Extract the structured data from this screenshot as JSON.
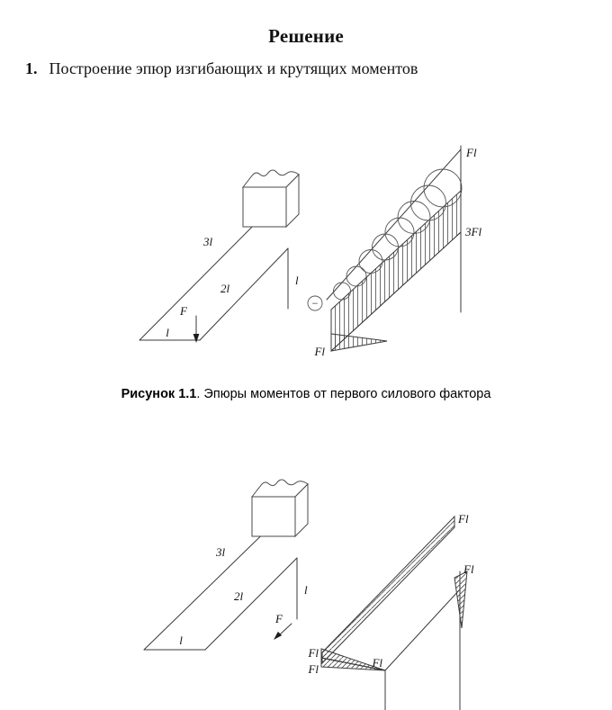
{
  "document": {
    "title": "Решение",
    "item": {
      "number": "1.",
      "text": "Построение эпюр изгибающих и крутящих моментов"
    },
    "caption": {
      "bold": "Рисунок 1.1",
      "rest": ". Эпюры моментов от первого силового фактора"
    }
  },
  "figure1": {
    "labels": {
      "seg3": "3l",
      "seg2": "2l",
      "seg1": "l",
      "seg_vertical": "l",
      "force": "F",
      "torsion_value": "Fl",
      "bending_max": "3Fl",
      "small_value": "Fl",
      "sign": "−"
    }
  },
  "figure2": {
    "labels": {
      "seg3": "3l",
      "seg2": "2l",
      "seg1": "l",
      "seg_vertical": "l",
      "force": "F",
      "band_value": "Fl",
      "spike_value": "Fl",
      "left_upper_value": "Fl",
      "left_lower_value": "Fl",
      "mid_value": "Fl"
    }
  }
}
